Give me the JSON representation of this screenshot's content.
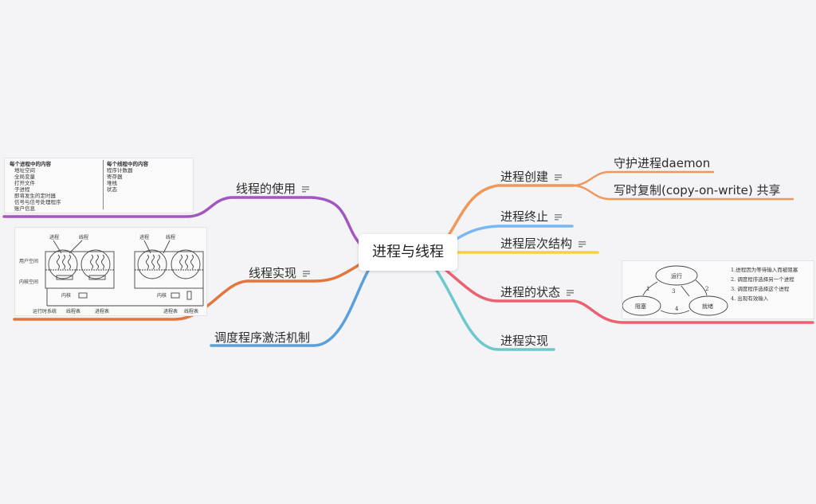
{
  "root": "进程与线程",
  "right": {
    "create": "进程创建",
    "daemon": "守护进程daemon",
    "cow": "写时复制(copy-on-write) 共享",
    "terminate": "进程终止",
    "hierarchy": "进程层次结构",
    "state": "进程的状态",
    "impl": "进程实现"
  },
  "left": {
    "thread_use": "线程的使用",
    "thread_impl": "线程实现",
    "scheduler": "调度程序激活机制"
  },
  "thread_table": {
    "col1_title": "每个进程中的内容",
    "col1_items": [
      "地址空间",
      "全局变量",
      "打开文件",
      "子进程",
      "即将发生的定时器",
      "信号与信号处理程序",
      "账户信息"
    ],
    "col2_title": "每个线程中的内容",
    "col2_items": [
      "程序计数器",
      "寄存器",
      "堆栈",
      "状态"
    ]
  },
  "impl_figure": {
    "proc": "进程",
    "thread": "线程",
    "user_space": "用户空间",
    "kernel_space": "内核空间",
    "kernel": "内核",
    "runtime": "运行时系统",
    "thread_table": "线程表",
    "proc_table": "进程表"
  },
  "state_figure": {
    "running": "运行",
    "blocked": "阻塞",
    "ready": "就绪",
    "n1": "1",
    "n2": "2",
    "n3": "3",
    "n4": "4",
    "notes": [
      "1.进程因为等待输入而被阻塞",
      "2. 调度程序选择另一个进程",
      "3. 调度程序选择这个进程",
      "4. 出现有效输入"
    ]
  },
  "colors": {
    "orange": "#f0975a",
    "blue_light": "#79b8ef",
    "yellow": "#f5cf4a",
    "red": "#ea6270",
    "teal": "#6cc8cc",
    "purple": "#a257bf",
    "brown_orange": "#e3753d",
    "blue": "#5ba0d8"
  }
}
